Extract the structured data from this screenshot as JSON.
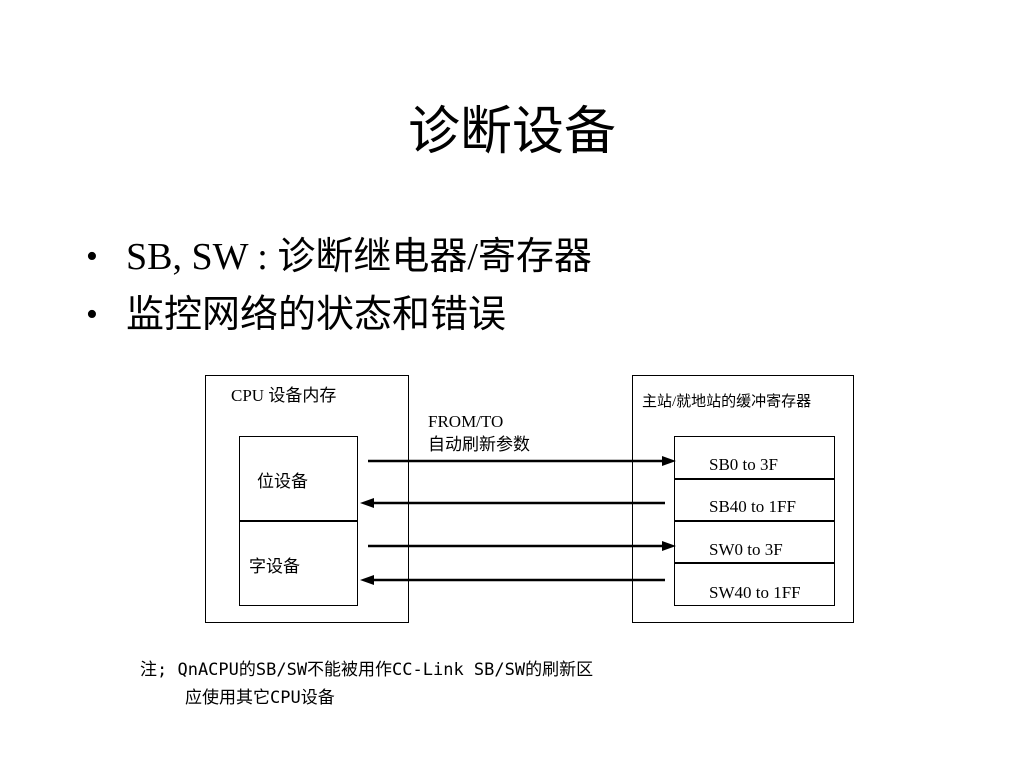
{
  "slide": {
    "title": "诊断设备",
    "bullets": [
      "SB, SW : 诊断继电器/寄存器",
      "监控网络的状态和错误"
    ]
  },
  "diagram": {
    "cpu_title": "CPU 设备内存",
    "bit_device": "位设备",
    "word_device": "字设备",
    "refresh_label_line1": "FROM/TO",
    "refresh_label_line2": "自动刷新参数",
    "buffer_title": "主站/就地站的缓冲寄存器",
    "ranges": [
      "SB0 to 3F",
      "SB40 to 1FF",
      "SW0 to 3F",
      "SW40 to 1FF"
    ],
    "arrow_directions": [
      "right",
      "left",
      "right",
      "left"
    ]
  },
  "note": {
    "line1": "注; QnACPU的SB/SW不能被用作CC-Link SB/SW的刷新区",
    "line2": "应使用其它CPU设备"
  }
}
